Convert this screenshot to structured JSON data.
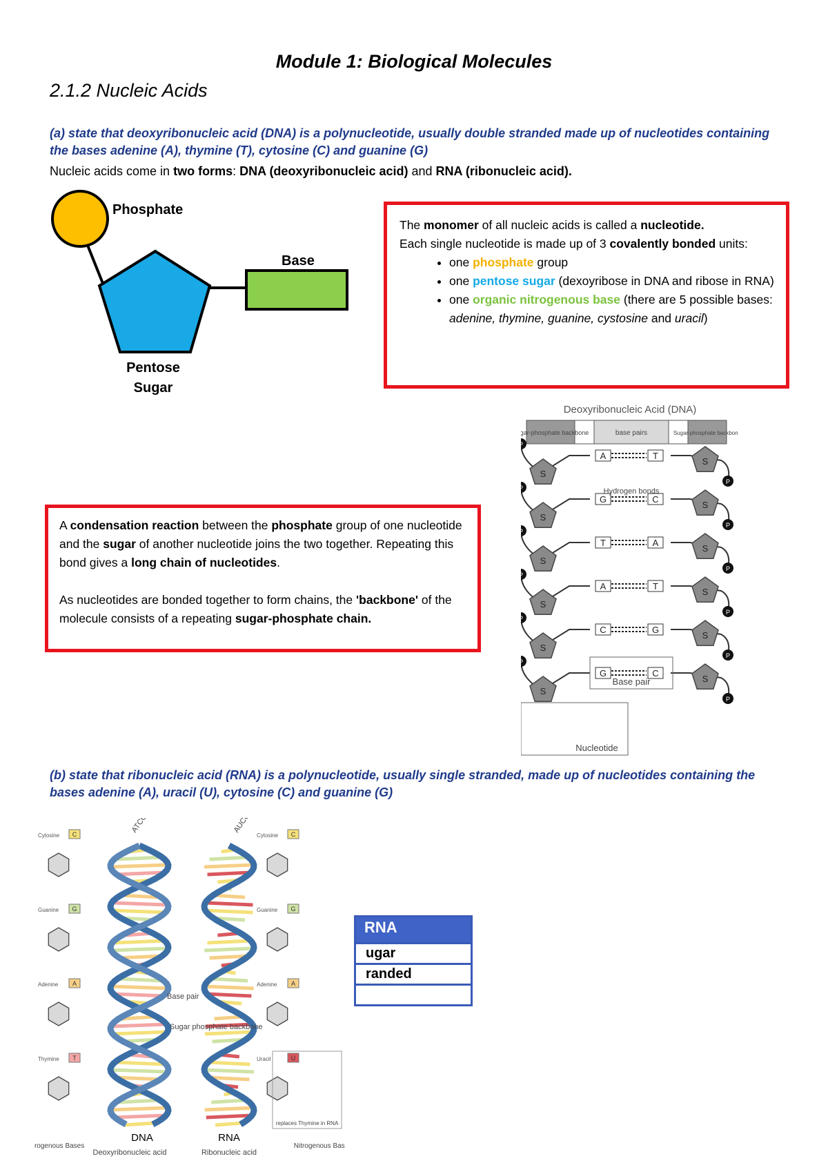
{
  "header": {
    "title": "Module 1: Biological Molecules",
    "subtitle": "2.1.2 Nucleic Acids"
  },
  "objective_a": "(a) state that deoxyribonucleic acid (DNA) is a polynucleotide, usually double stranded made up of nucleotides containing the bases adenine (A), thymine (T), cytosine (C) and guanine (G)",
  "intro": {
    "pre": "Nucleic acids come in ",
    "b1": "two forms",
    "mid": ": ",
    "b2": "DNA (deoxyribonucleic acid)",
    "and": " and ",
    "b3": "RNA (ribonucleic acid)."
  },
  "nucleotide_diagram": {
    "phosphate_label": "Phosphate",
    "base_label": "Base",
    "sugar_label_1": "Pentose",
    "sugar_label_2": "Sugar",
    "colors": {
      "phosphate": "#fdbf00",
      "sugar": "#19a9e6",
      "base": "#8ccf4d"
    }
  },
  "monomer_box": {
    "l1_a": "The ",
    "l1_b": "monomer",
    "l1_c": " of all nucleic acids is called a ",
    "l1_d": "nucleotide.",
    "l2_a": "Each single nucleotide is made up of 3 ",
    "l2_b": "covalently bonded",
    "l2_c": " units:",
    "items": [
      {
        "pre": "one ",
        "key": "phosphate",
        "post": " group"
      },
      {
        "pre": "one ",
        "key": "pentose sugar",
        "post": " (dexoyribose in DNA and ribose in RNA)"
      },
      {
        "pre": "one ",
        "key": "organic nitrogenous base",
        "post": " (there are 5 possible bases: ",
        "bases": "adenine, thymine, guanine, cystosine",
        "and": " and ",
        "last": "uracil",
        "close": ")"
      }
    ]
  },
  "condensation_box": {
    "p1_a": "A ",
    "p1_b": "condensation reaction",
    "p1_c": " between the ",
    "p1_d": "phosphate",
    "p1_e": " group of one nucleotide and the ",
    "p1_f": "sugar",
    "p1_g": " of another nucleotide joins the two together. Repeating this bond gives a ",
    "p1_h": "long chain of nucleotides",
    "p1_i": ".",
    "p2_a": "As nucleotides are bonded together to form chains, the ",
    "p2_b": "'backbone'",
    "p2_c": " of the molecule consists of a repeating ",
    "p2_d": "sugar-phosphate chain."
  },
  "dna_diagram": {
    "title": "Deoxyribonucleic Acid (DNA)",
    "bar_left": "Sugar-phosphate backbone",
    "bar_mid": "base pairs",
    "bar_right": "Sugar-phosphate backbone",
    "phosphate_symbol": "P",
    "sugar_symbol": "S",
    "pairs": [
      [
        "A",
        "T"
      ],
      [
        "G",
        "C"
      ],
      [
        "T",
        "A"
      ],
      [
        "A",
        "T"
      ],
      [
        "C",
        "G"
      ],
      [
        "G",
        "C"
      ]
    ],
    "hydrogen_bonds": "Hydrogen bonds",
    "base_pair": "Base pair",
    "nucleotide": "Nucleotide"
  },
  "objective_b": "(b) state that ribonucleic acid (RNA) is a polynucleotide, usually single stranded, made up of nucleotides containing the bases adenine (A), uracil (U), cytosine (C) and guanine (G)",
  "helix_figure": {
    "left_bases": [
      {
        "name": "Cytosine",
        "letter": "C",
        "color": "#f4e17a"
      },
      {
        "name": "Guanine",
        "letter": "G",
        "color": "#cfe3a6"
      },
      {
        "name": "Adenine",
        "letter": "A",
        "color": "#f6cf86"
      },
      {
        "name": "Thymine",
        "letter": "T",
        "color": "#f4a6a6"
      }
    ],
    "right_bases": [
      {
        "name": "Cytosine",
        "letter": "C",
        "color": "#f4e17a"
      },
      {
        "name": "Guanine",
        "letter": "G",
        "color": "#cfe3a6"
      },
      {
        "name": "Adenine",
        "letter": "A",
        "color": "#f6cf86"
      },
      {
        "name": "Uracil",
        "letter": "U",
        "color": "#d9575e"
      }
    ],
    "seq_dna": "ATCG",
    "seq_rna": "AUCG",
    "base_pair": "Base pair",
    "backbone": "Sugar phosphate backbone",
    "dna": "DNA",
    "dna_full": "Deoxyribonucleic acid",
    "rna": "RNA",
    "rna_full": "Ribonucleic acid",
    "nitrogenous_bases": "Nitrogenous Bases",
    "replaces": "replaces Thymine in RNA"
  },
  "rna_table": {
    "header": "RNA",
    "rows": [
      "ugar",
      "randed",
      ""
    ]
  }
}
